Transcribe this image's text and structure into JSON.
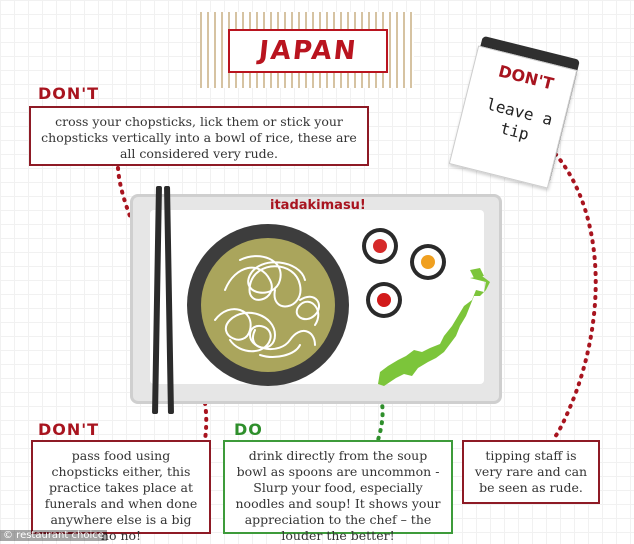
{
  "title": "JAPAN",
  "tray_text": "itadakimasu!",
  "top_left": {
    "label": "DON'T",
    "text": "cross your chopsticks, lick them or stick your chopsticks vertically into a bowl of rice, these are all considered very rude."
  },
  "note": {
    "label": "DON'T",
    "text": "leave a tip"
  },
  "bottom_left": {
    "label": "DON'T",
    "text": "pass food using chopsticks either, this practice takes place at funerals and when done anywhere else is a big no no!"
  },
  "bottom_middle": {
    "label": "DO",
    "text": "drink directly from the soup bowl as spoons are uncommon - Slurp your food, especially noodles and soup! It shows your appreciation to the chef – the louder the better!"
  },
  "bottom_right": {
    "text": "tipping staff is very rare and can be seen as rude."
  },
  "watermark": "© restaurant choice",
  "colors": {
    "dont_red": "#a8141f",
    "do_green": "#2f8f2c",
    "japan_map_green": "#7cc53a"
  }
}
